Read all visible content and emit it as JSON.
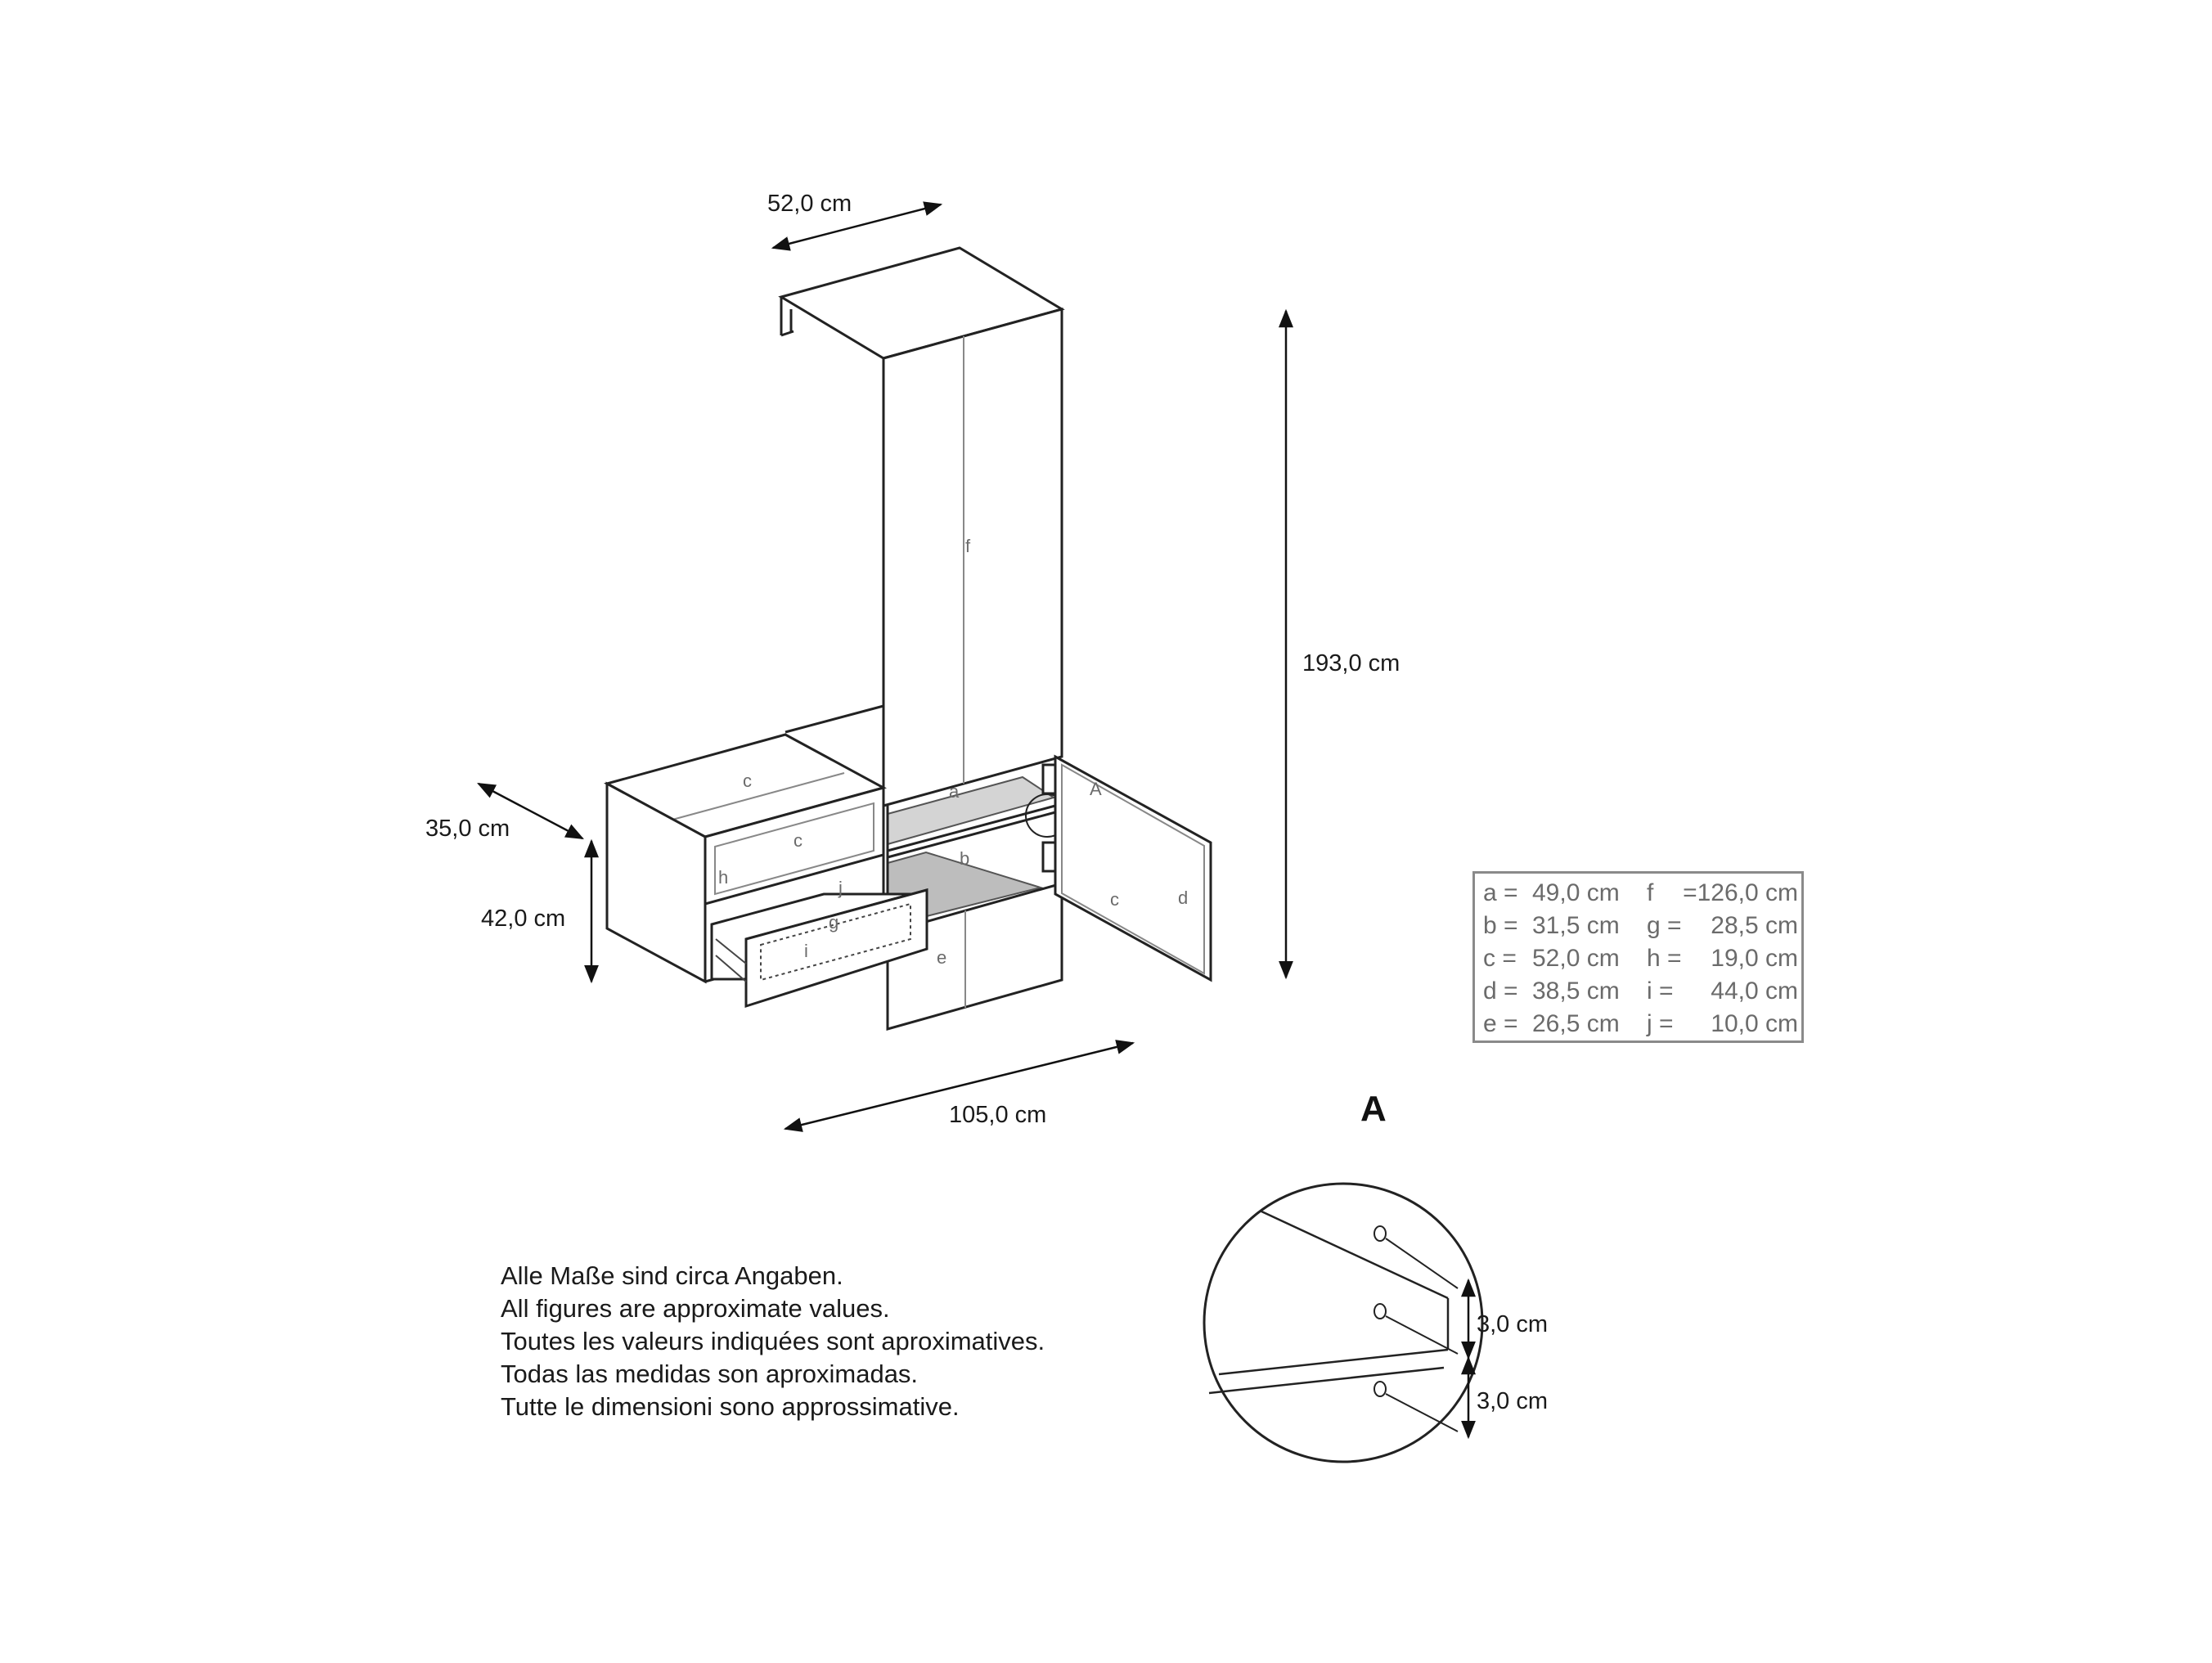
{
  "dimensions": {
    "depth_top": "52,0 cm",
    "height_total": "193,0 cm",
    "depth_bench": "35,0 cm",
    "height_bench": "42,0 cm",
    "width_total": "105,0 cm"
  },
  "part_labels": [
    "a",
    "b",
    "c",
    "c",
    "c",
    "d",
    "e",
    "f",
    "g",
    "h",
    "i",
    "j"
  ],
  "detail_marker": "A",
  "legend": [
    {
      "k1": "a =",
      "v1": "49,0 cm",
      "k2": "f",
      "v2": "=126,0 cm"
    },
    {
      "k1": "b =",
      "v1": "31,5 cm",
      "k2": "g =",
      "v2": "28,5 cm"
    },
    {
      "k1": "c =",
      "v1": "52,0 cm",
      "k2": "h =",
      "v2": "19,0 cm"
    },
    {
      "k1": "d =",
      "v1": "38,5 cm",
      "k2": "i =",
      "v2": "44,0 cm"
    },
    {
      "k1": "e =",
      "v1": "26,5 cm",
      "k2": "j =",
      "v2": "10,0 cm"
    }
  ],
  "notes": [
    "Alle Maße sind circa Angaben.",
    "All figures are approximate values.",
    "Toutes les valeurs indiquées sont aproximatives.",
    "Todas las medidas son aproximadas.",
    "Tutte le dimensioni sono approssimative."
  ],
  "detail": {
    "title": "A",
    "spacing_1": "3,0 cm",
    "spacing_2": "3,0 cm"
  }
}
